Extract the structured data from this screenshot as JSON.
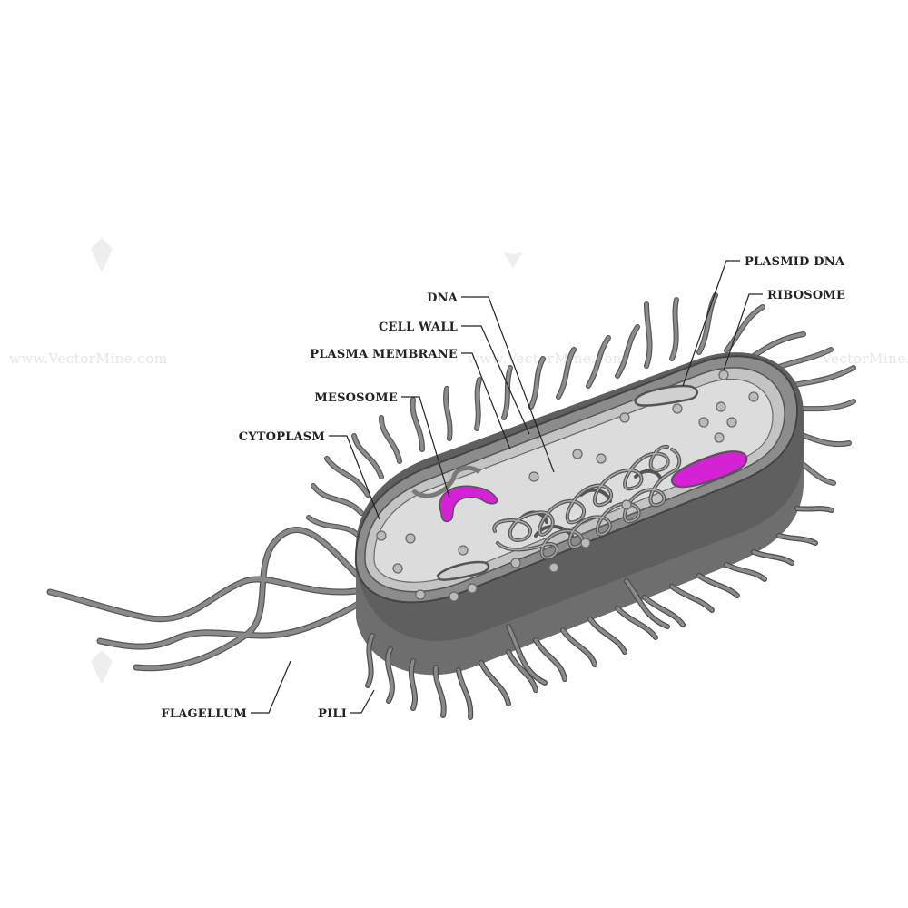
{
  "labels": {
    "plasmid_dna": "PLASMID DNA",
    "ribosome": "RIBOSOME",
    "dna": "DNA",
    "cell_wall": "CELL WALL",
    "plasma_membrane": "PLASMA MEMBRANE",
    "mesosome": "MESOSOME",
    "cytoplasm": "CYTOPLASM",
    "flagellum": "FLAGELLUM",
    "pili": "PILI"
  },
  "watermark": {
    "text": "www.VectorMine.com",
    "short": "VectorMine.com"
  },
  "colors": {
    "wall": "#8c8c8c",
    "body_side": "#6e6e6e",
    "cytoplasm": "#d9d9d9",
    "membrane": "#bdbdbd",
    "mesosome_accent": "#d422d4",
    "appendage": "#7a7a7a"
  }
}
